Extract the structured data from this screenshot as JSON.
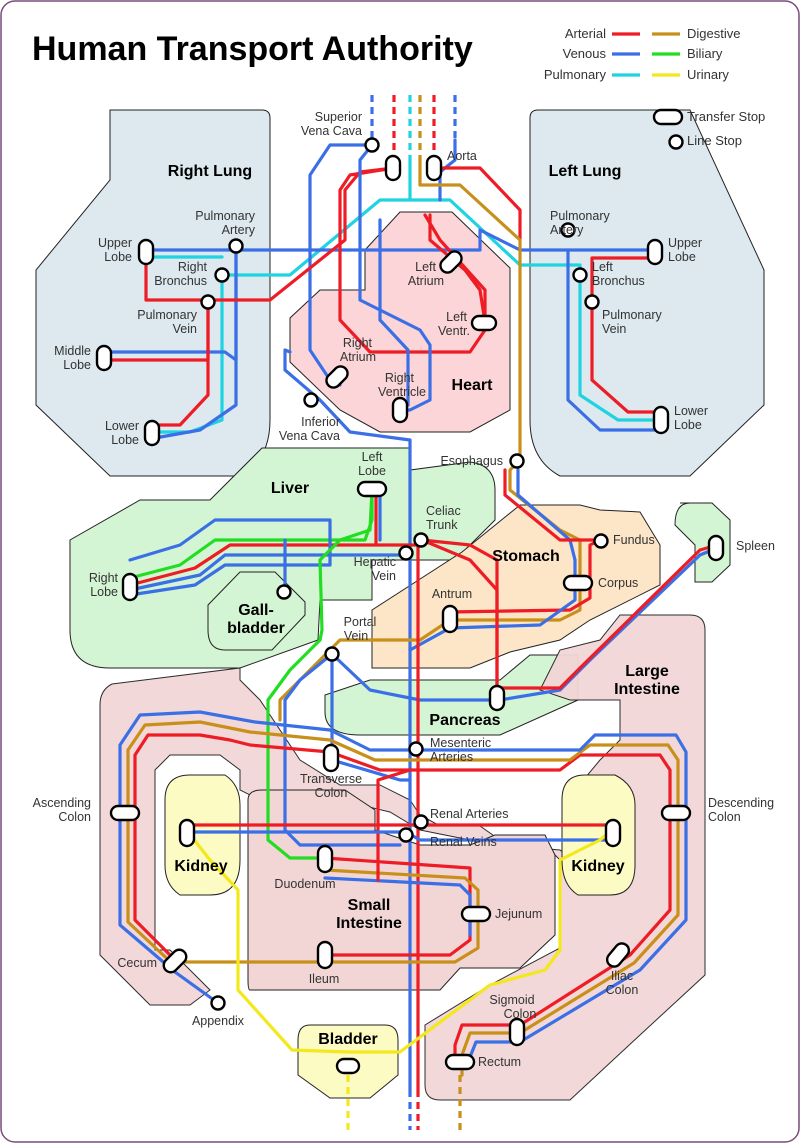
{
  "title": "Human Transport Authority",
  "legend": {
    "lines": [
      {
        "name": "Arterial",
        "color": "#ee1c25"
      },
      {
        "name": "Venous",
        "color": "#3b6fe6"
      },
      {
        "name": "Pulmonary",
        "color": "#1fd3e0"
      },
      {
        "name": "Digestive",
        "color": "#c8901a"
      },
      {
        "name": "Biliary",
        "color": "#22dd22"
      },
      {
        "name": "Urinary",
        "color": "#f2e81c"
      }
    ],
    "transfer_stop": "Transfer Stop",
    "line_stop": "Line Stop"
  },
  "organs": {
    "right_lung": "Right Lung",
    "left_lung": "Left Lung",
    "heart": "Heart",
    "liver": "Liver",
    "gallbladder_1": "Gall-",
    "gallbladder_2": "bladder",
    "stomach": "Stomach",
    "pancreas": "Pancreas",
    "large_intestine_1": "Large",
    "large_intestine_2": "Intestine",
    "small_intestine_1": "Small",
    "small_intestine_2": "Intestine",
    "kidney_right": "Kidney",
    "kidney_left": "Kidney",
    "bladder": "Bladder"
  },
  "stations": {
    "superior_vena_cava_1": "Superior",
    "superior_vena_cava_2": "Vena Cava",
    "aorta": "Aorta",
    "pulmonary_artery_r_1": "Pulmonary",
    "pulmonary_artery_r_2": "Artery",
    "upper_lobe_r_1": "Upper",
    "upper_lobe_r_2": "Lobe",
    "right_bronchus_1": "Right",
    "right_bronchus_2": "Bronchus",
    "pulmonary_vein_r_1": "Pulmonary",
    "pulmonary_vein_r_2": "Vein",
    "middle_lobe_1": "Middle",
    "middle_lobe_2": "Lobe",
    "lower_lobe_r_1": "Lower",
    "lower_lobe_r_2": "Lobe",
    "left_atrium_1": "Left",
    "left_atrium_2": "Atrium",
    "left_ventricle_1": "Left",
    "left_ventricle_2": "Ventr.",
    "right_atrium_1": "Right",
    "right_atrium_2": "Atrium",
    "right_ventricle_1": "Right",
    "right_ventricle_2": "Ventricle",
    "inferior_vena_cava_1": "Inferior",
    "inferior_vena_cava_2": "Vena Cava",
    "pulmonary_artery_l_1": "Pulmonary",
    "pulmonary_artery_l_2": "Artery",
    "upper_lobe_l_1": "Upper",
    "upper_lobe_l_2": "Lobe",
    "left_bronchus_1": "Left",
    "left_bronchus_2": "Bronchus",
    "pulmonary_vein_l_1": "Pulmonary",
    "pulmonary_vein_l_2": "Vein",
    "lower_lobe_l_1": "Lower",
    "lower_lobe_l_2": "Lobe",
    "esophagus": "Esophagus",
    "left_lobe_liver_1": "Left",
    "left_lobe_liver_2": "Lobe",
    "celiac_trunk_1": "Celiac",
    "celiac_trunk_2": "Trunk",
    "hepatic_vein_1": "Hepatic",
    "hepatic_vein_2": "Vein",
    "right_lobe_liver_1": "Right",
    "right_lobe_liver_2": "Lobe",
    "fundus": "Fundus",
    "corpus": "Corpus",
    "spleen": "Spleen",
    "antrum": "Antrum",
    "portal_vein_1": "Portal",
    "portal_vein_2": "Vein",
    "mesenteric_arteries_1": "Mesenteric",
    "mesenteric_arteries_2": "Arteries",
    "transverse_colon_1": "Transverse",
    "transverse_colon_2": "Colon",
    "ascending_colon_1": "Ascending",
    "ascending_colon_2": "Colon",
    "descending_colon_1": "Descending",
    "descending_colon_2": "Colon",
    "renal_arteries": "Renal Arteries",
    "renal_veins": "Renal Veins",
    "duodenum": "Duodenum",
    "jejunum": "Jejunum",
    "ileum": "Ileum",
    "cecum": "Cecum",
    "appendix": "Appendix",
    "iliac_colon_1": "Iliac",
    "iliac_colon_2": "Colon",
    "sigmoid_colon_1": "Sigmoid",
    "sigmoid_colon_2": "Colon",
    "rectum": "Rectum"
  }
}
